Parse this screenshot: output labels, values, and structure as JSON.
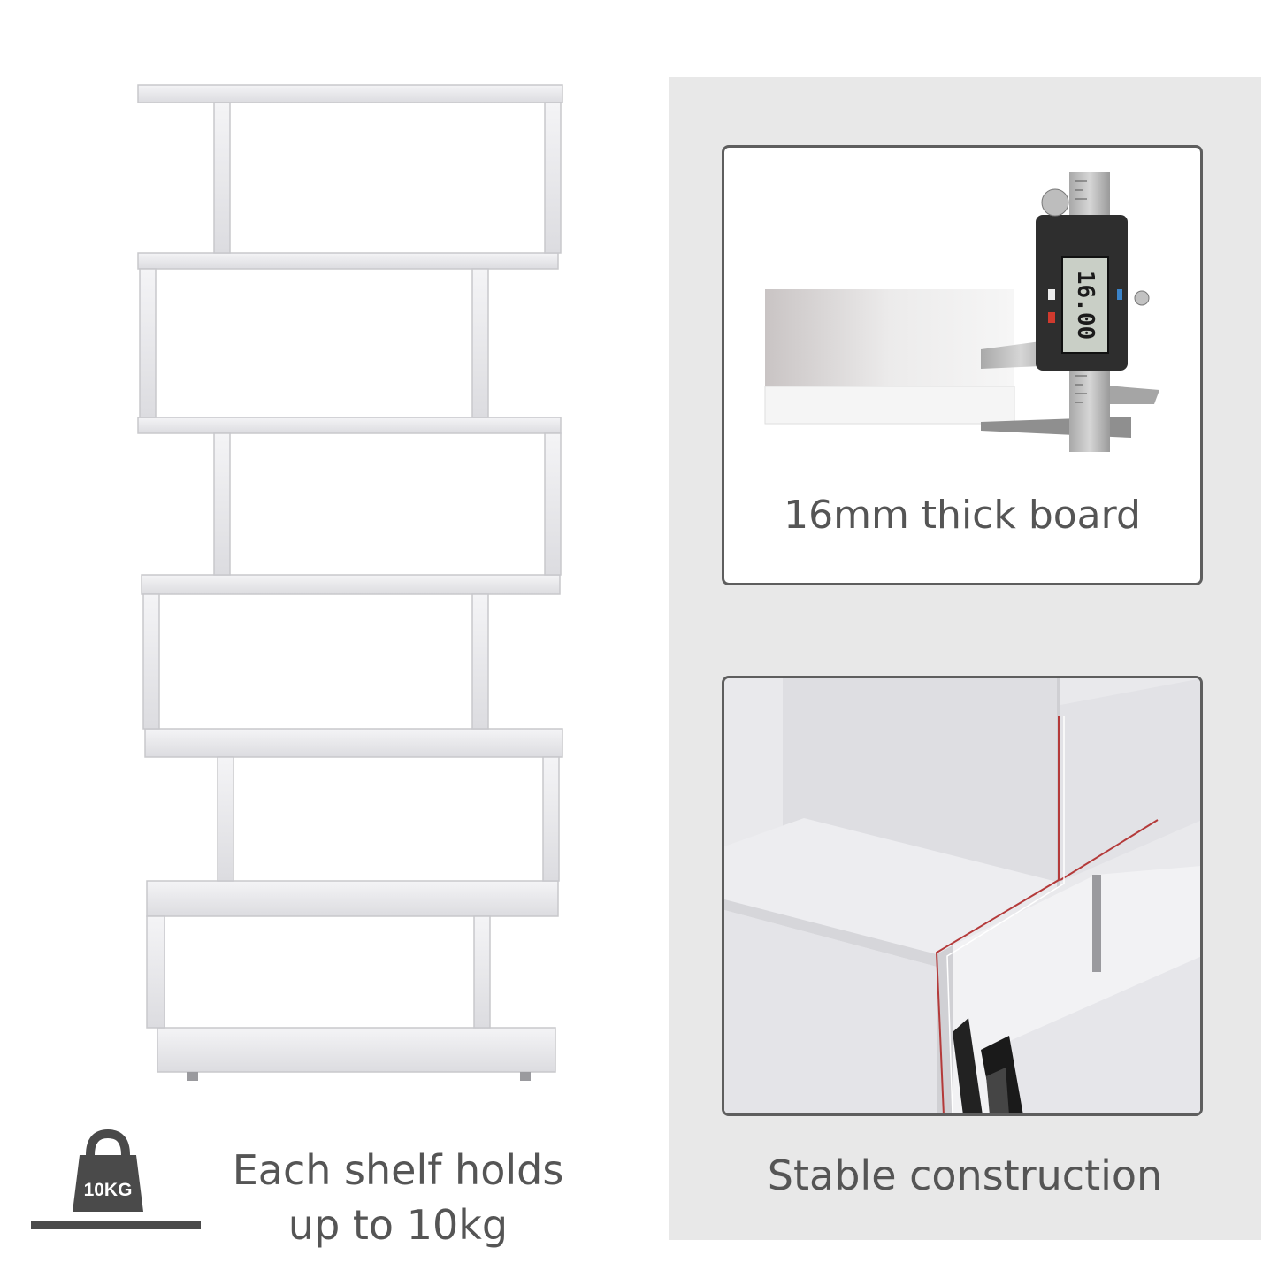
{
  "weight_icon_label": "10KG",
  "weight_caption": {
    "line1": "Each shelf holds",
    "line2": "up to 10kg"
  },
  "board_caption": "16mm thick board",
  "construction_caption": "Stable construction",
  "caliper_reading": "16.00"
}
